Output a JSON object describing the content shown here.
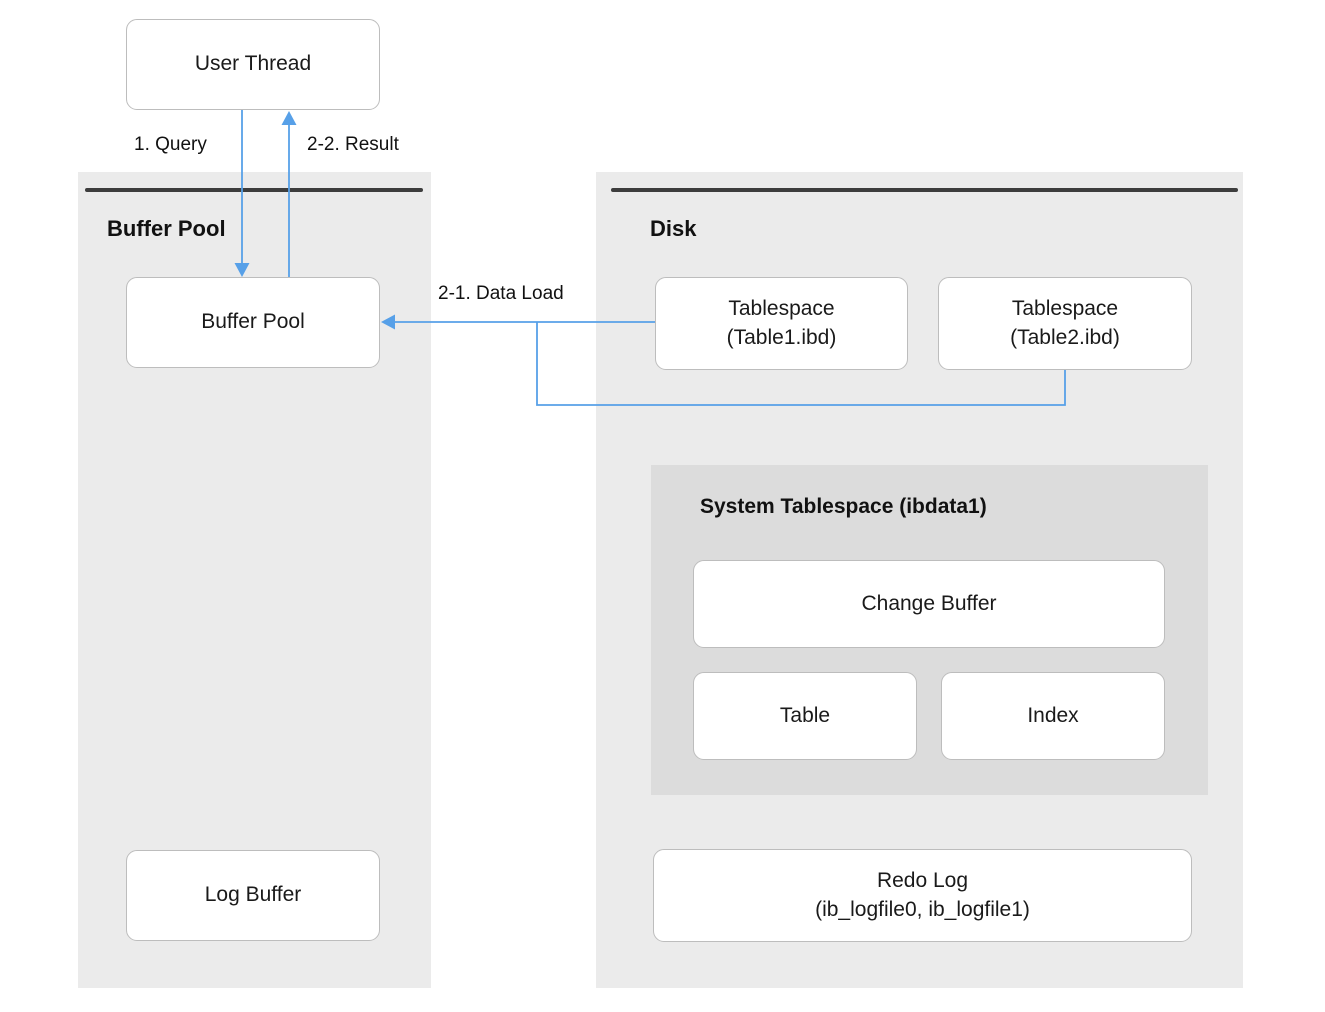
{
  "diagram": {
    "type": "architecture-diagram",
    "subject": "MySQL InnoDB buffer pool / disk structure"
  },
  "colors": {
    "page_bg": "#ffffff",
    "panel_bg": "#ebebeb",
    "inner_container_bg": "#dcdcdc",
    "panel_bar": "#3d3d3d",
    "arrow_blue": "#57a0e8",
    "node_bg": "#ffffff",
    "node_border": "#bdbdbd",
    "text": "#111111"
  },
  "panels": {
    "buffer_pool": {
      "title": "Buffer Pool"
    },
    "disk": {
      "title": "Disk"
    },
    "system_tablespace": {
      "title": "System Tablespace (ibdata1)"
    }
  },
  "nodes": {
    "user_thread": {
      "label": "User Thread"
    },
    "buffer_pool": {
      "label": "Buffer Pool"
    },
    "log_buffer": {
      "label": "Log Buffer"
    },
    "tablespace1": {
      "line1": "Tablespace",
      "line2": "(Table1.ibd)"
    },
    "tablespace2": {
      "line1": "Tablespace",
      "line2": "(Table2.ibd)"
    },
    "change_buffer": {
      "label": "Change Buffer"
    },
    "table": {
      "label": "Table"
    },
    "index": {
      "label": "Index"
    },
    "redo_log": {
      "line1": "Redo Log",
      "line2": "(ib_logfile0, ib_logfile1)"
    }
  },
  "edges": {
    "query": {
      "label": "1. Query",
      "from": "user_thread",
      "to": "buffer_pool"
    },
    "result": {
      "label": "2-2. Result",
      "from": "buffer_pool",
      "to": "user_thread"
    },
    "data_load": {
      "label": "2-1. Data Load",
      "from": "tablespace1, tablespace2",
      "to": "buffer_pool"
    }
  }
}
